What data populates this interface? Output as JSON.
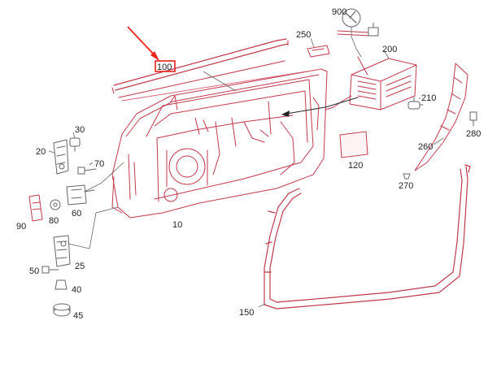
{
  "colors": {
    "line": "#c0394b",
    "hatch": "#d96a78",
    "fill": "#fdf2f4",
    "gray": "#666666",
    "label": "#222222",
    "highlight": "#e8231a"
  },
  "labels": {
    "p10": "10",
    "p20": "20",
    "p25": "25",
    "p30": "30",
    "p40": "40",
    "p45": "45",
    "p50": "50",
    "p60": "60",
    "p70": "70",
    "p80": "80",
    "p90": "90",
    "p100": "100",
    "p120": "120",
    "p150": "150",
    "p200": "200",
    "p210": "210",
    "p250": "250",
    "p260": "260",
    "p270": "270",
    "p280": "280",
    "p900": "900"
  },
  "callout": {
    "arrow_icon": "red-arrow-icon",
    "highlighted_part": "100"
  }
}
